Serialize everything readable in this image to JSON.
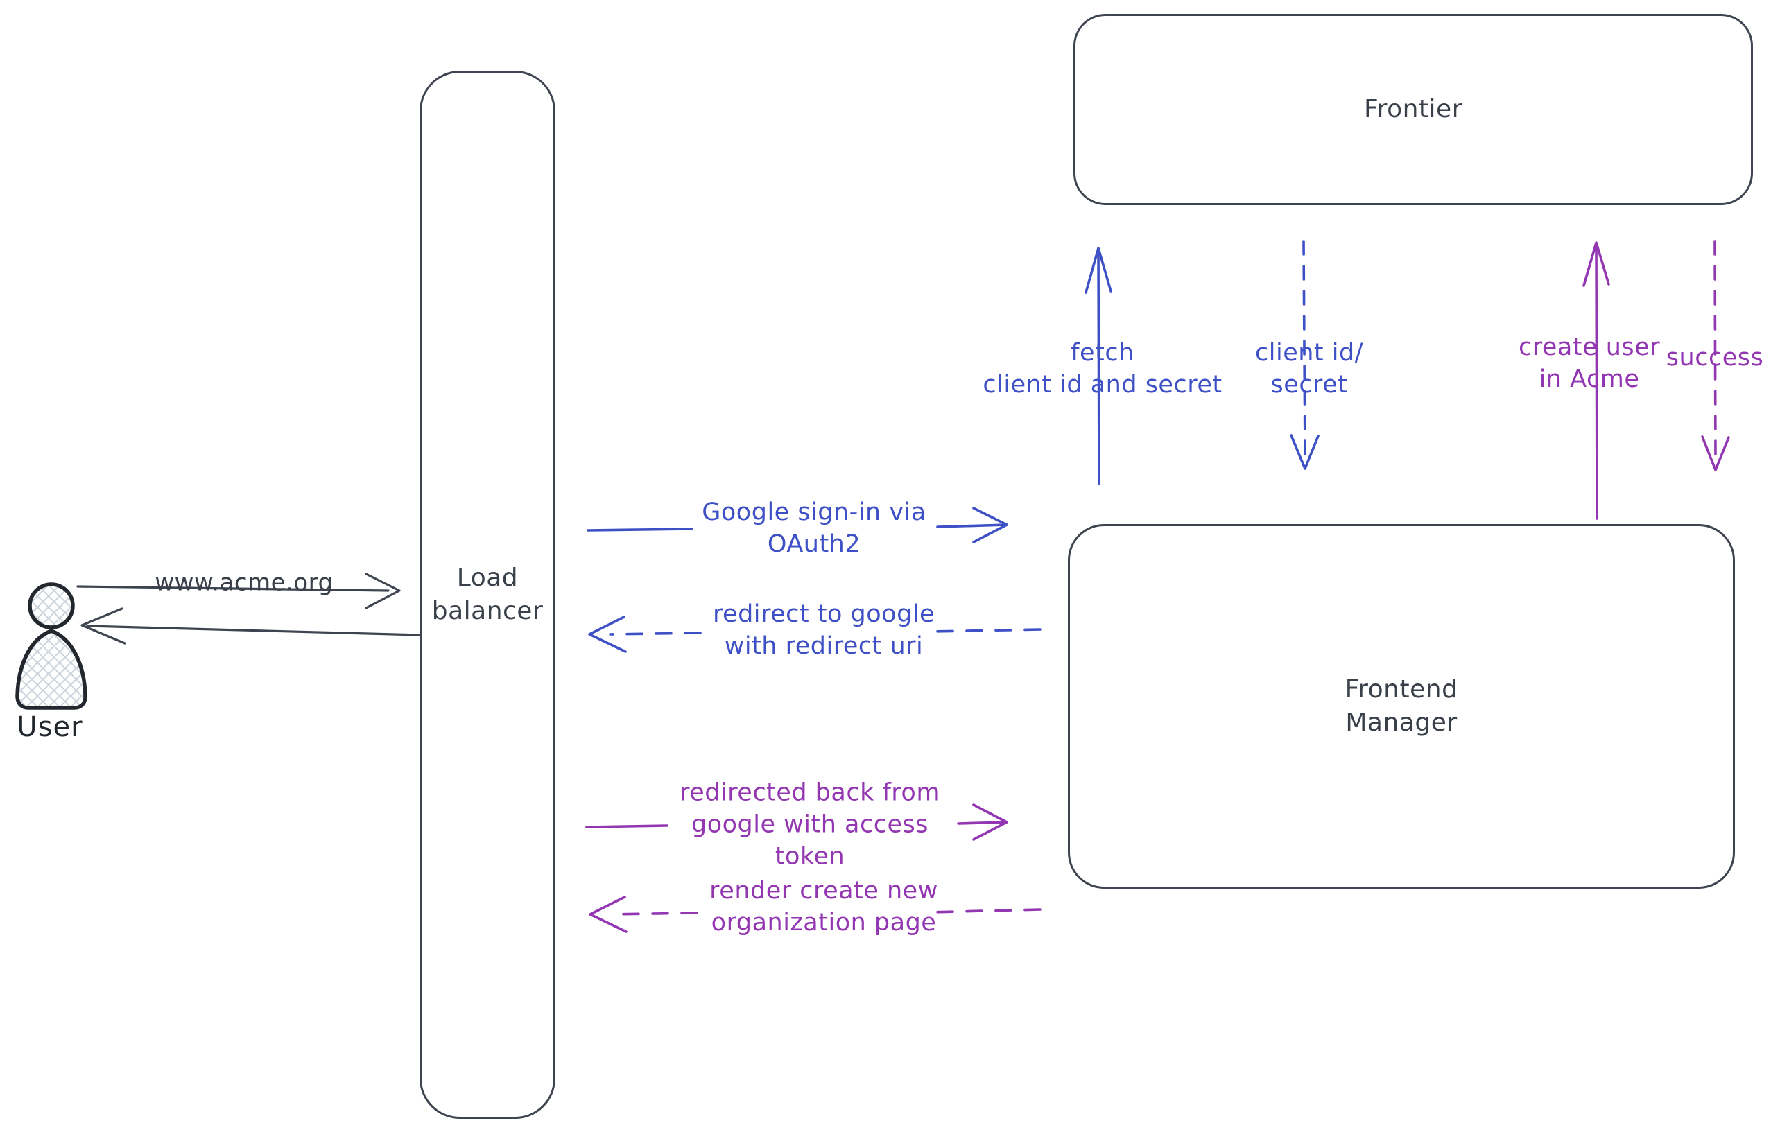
{
  "diagram": {
    "title": "OAuth sign-in flow",
    "colors": {
      "ink": "#3a4049",
      "blue": "#3e50c5",
      "purple": "#9236b1",
      "hatch": "#ccd3dc"
    },
    "nodes": {
      "user": {
        "label": "User",
        "icon": "person-icon",
        "shape": "figure"
      },
      "load_balancer": {
        "label": "Load\nbalancer",
        "shape": "rounded-rect"
      },
      "frontier": {
        "label": "Frontier",
        "shape": "rounded-rect"
      },
      "frontend_manager": {
        "label": "Frontend\nManager",
        "shape": "rounded-rect"
      }
    },
    "edges": {
      "www_acme": {
        "label": "www.acme.org",
        "from": "user",
        "to": "load_balancer",
        "style": "solid",
        "color": "ink",
        "direction": "right"
      },
      "lb_to_user": {
        "label": "",
        "from": "load_balancer",
        "to": "user",
        "style": "solid",
        "color": "ink",
        "direction": "left"
      },
      "google_signin": {
        "label": "Google sign-in via\nOAuth2",
        "from": "load_balancer",
        "to": "frontend_manager",
        "style": "solid",
        "color": "blue",
        "direction": "right"
      },
      "redirect_google": {
        "label": "redirect to google\nwith redirect uri",
        "from": "frontend_manager",
        "to": "load_balancer",
        "style": "dashed",
        "color": "blue",
        "direction": "left"
      },
      "redirected_back": {
        "label": "redirected back from\ngoogle with access\ntoken",
        "from": "load_balancer",
        "to": "frontend_manager",
        "style": "solid",
        "color": "purple",
        "direction": "right"
      },
      "render_page": {
        "label": "render create new\norganization page",
        "from": "frontend_manager",
        "to": "load_balancer",
        "style": "dashed",
        "color": "purple",
        "direction": "left"
      },
      "fetch_secret": {
        "label": "fetch\nclient id and secret",
        "from": "frontend_manager",
        "to": "frontier",
        "style": "solid",
        "color": "blue",
        "direction": "up"
      },
      "client_id_secret": {
        "label": "client id/\nsecret",
        "from": "frontier",
        "to": "frontend_manager",
        "style": "dashed",
        "color": "blue",
        "direction": "down"
      },
      "create_user": {
        "label": "create user\nin Acme",
        "from": "frontend_manager",
        "to": "frontier",
        "style": "solid",
        "color": "purple",
        "direction": "up"
      },
      "success": {
        "label": "success",
        "from": "frontier",
        "to": "frontend_manager",
        "style": "dashed",
        "color": "purple",
        "direction": "down"
      }
    }
  }
}
